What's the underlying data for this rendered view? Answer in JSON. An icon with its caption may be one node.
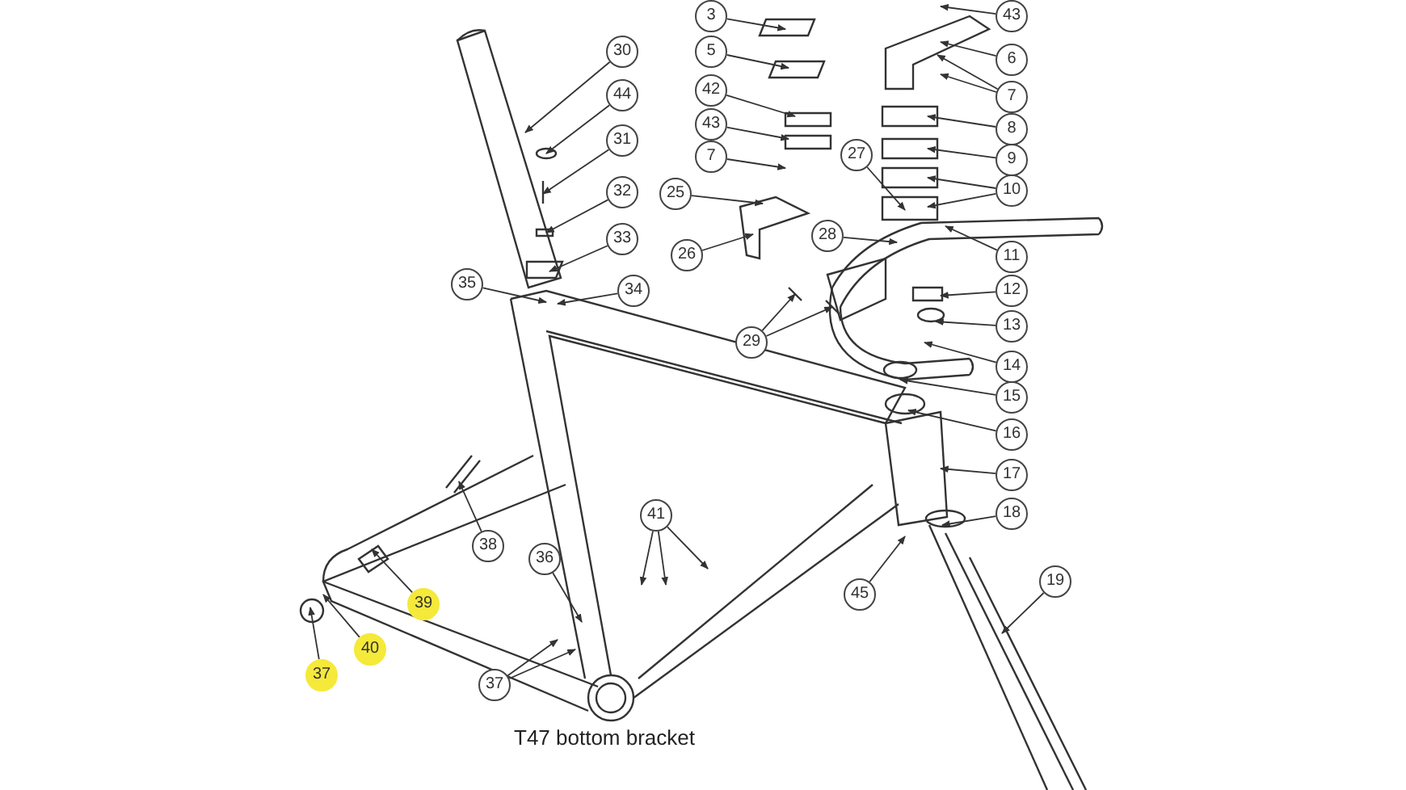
{
  "diagram": {
    "nodes": [
      {
        "text": [
          "30"
        ]
      },
      {
        "text": [
          "44"
        ]
      },
      {
        "text": [
          "31"
        ]
      },
      {
        "text": [
          "32"
        ]
      },
      {
        "text": [
          "33"
        ]
      },
      {
        "text": [
          "34"
        ]
      },
      {
        "text": [
          "35"
        ]
      },
      {
        "text": [
          "3"
        ]
      },
      {
        "text": [
          "5"
        ]
      },
      {
        "text": [
          "42"
        ]
      },
      {
        "text": [
          "43"
        ]
      },
      {
        "text": [
          "7"
        ]
      },
      {
        "text": [
          "25"
        ]
      },
      {
        "text": [
          "26"
        ]
      },
      {
        "text": [
          "27"
        ]
      },
      {
        "text": [
          "28"
        ]
      },
      {
        "text": [
          "29"
        ]
      },
      {
        "text": [
          "43"
        ]
      },
      {
        "text": [
          "6"
        ]
      },
      {
        "text": [
          "7"
        ]
      },
      {
        "text": [
          "8"
        ]
      },
      {
        "text": [
          "9"
        ]
      },
      {
        "text": [
          "10"
        ]
      },
      {
        "text": [
          "11"
        ]
      },
      {
        "text": [
          "12"
        ]
      },
      {
        "text": [
          "13"
        ]
      },
      {
        "text": [
          "14"
        ]
      },
      {
        "text": [
          "15"
        ]
      },
      {
        "text": [
          "16"
        ]
      },
      {
        "text": [
          "17"
        ]
      },
      {
        "text": [
          "18"
        ]
      },
      {
        "text": [
          "19"
        ]
      },
      {
        "text": [
          "45"
        ]
      },
      {
        "text": [
          "41"
        ]
      },
      {
        "text": [
          "38"
        ]
      },
      {
        "text": [
          "36"
        ]
      },
      {
        "text": [
          "39"
        ]
      },
      {
        "text": [
          "40"
        ]
      },
      {
        "text": [
          "37"
        ]
      },
      {
        "text": [
          "37"
        ]
      }
    ],
    "edges": [
      {
        "from": 0,
        "to": null,
        "arrow": "to"
      },
      {
        "from": 1,
        "to": null,
        "arrow": "to"
      },
      {
        "from": 2,
        "to": null,
        "arrow": "to"
      },
      {
        "from": 3,
        "to": null,
        "arrow": "to"
      },
      {
        "from": 4,
        "to": null,
        "arrow": "to"
      },
      {
        "from": 5,
        "to": null,
        "arrow": "to"
      },
      {
        "from": 6,
        "to": null,
        "arrow": "to"
      },
      {
        "from": 7,
        "to": null,
        "arrow": "to"
      },
      {
        "from": 8,
        "to": null,
        "arrow": "to"
      },
      {
        "from": 9,
        "to": null,
        "arrow": "to"
      },
      {
        "from": 10,
        "to": null,
        "arrow": "to"
      },
      {
        "from": 11,
        "to": null,
        "arrow": "to"
      },
      {
        "from": 12,
        "to": null,
        "arrow": "to"
      },
      {
        "from": 13,
        "to": null,
        "arrow": "to"
      },
      {
        "from": 14,
        "to": null,
        "arrow": "to"
      },
      {
        "from": 15,
        "to": null,
        "arrow": "to"
      },
      {
        "from": 16,
        "to": null,
        "arrow": "to"
      },
      {
        "from": 16,
        "to": null,
        "arrow": "to"
      },
      {
        "from": 17,
        "to": null,
        "arrow": "to"
      },
      {
        "from": 18,
        "to": null,
        "arrow": "to"
      },
      {
        "from": 19,
        "to": null,
        "arrow": "to"
      },
      {
        "from": 19,
        "to": null,
        "arrow": "to"
      },
      {
        "from": 20,
        "to": null,
        "arrow": "to"
      },
      {
        "from": 21,
        "to": null,
        "arrow": "to"
      },
      {
        "from": 22,
        "to": null,
        "arrow": "to"
      },
      {
        "from": 22,
        "to": null,
        "arrow": "to"
      },
      {
        "from": 23,
        "to": null,
        "arrow": "to"
      },
      {
        "from": 24,
        "to": null,
        "arrow": "to"
      },
      {
        "from": 25,
        "to": null,
        "arrow": "to"
      },
      {
        "from": 26,
        "to": null,
        "arrow": "to"
      },
      {
        "from": 27,
        "to": null,
        "arrow": "to"
      },
      {
        "from": 28,
        "to": null,
        "arrow": "to"
      },
      {
        "from": 29,
        "to": null,
        "arrow": "to"
      },
      {
        "from": 30,
        "to": null,
        "arrow": "to"
      },
      {
        "from": 31,
        "to": null,
        "arrow": "to"
      },
      {
        "from": 32,
        "to": null,
        "arrow": "to"
      },
      {
        "from": 33,
        "to": null,
        "arrow": "to"
      },
      {
        "from": 33,
        "to": null,
        "arrow": "to"
      },
      {
        "from": 33,
        "to": null,
        "arrow": "to"
      },
      {
        "from": 34,
        "to": null,
        "arrow": "to"
      },
      {
        "from": 35,
        "to": null,
        "arrow": "to"
      },
      {
        "from": 36,
        "to": null,
        "arrow": "to"
      },
      {
        "from": 37,
        "to": null,
        "arrow": "to"
      },
      {
        "from": 38,
        "to": null,
        "arrow": "to"
      },
      {
        "from": 39,
        "to": null,
        "arrow": "to"
      },
      {
        "from": 39,
        "to": null,
        "arrow": "to"
      }
    ],
    "labels": [
      "T47 bottom bracket"
    ]
  }
}
